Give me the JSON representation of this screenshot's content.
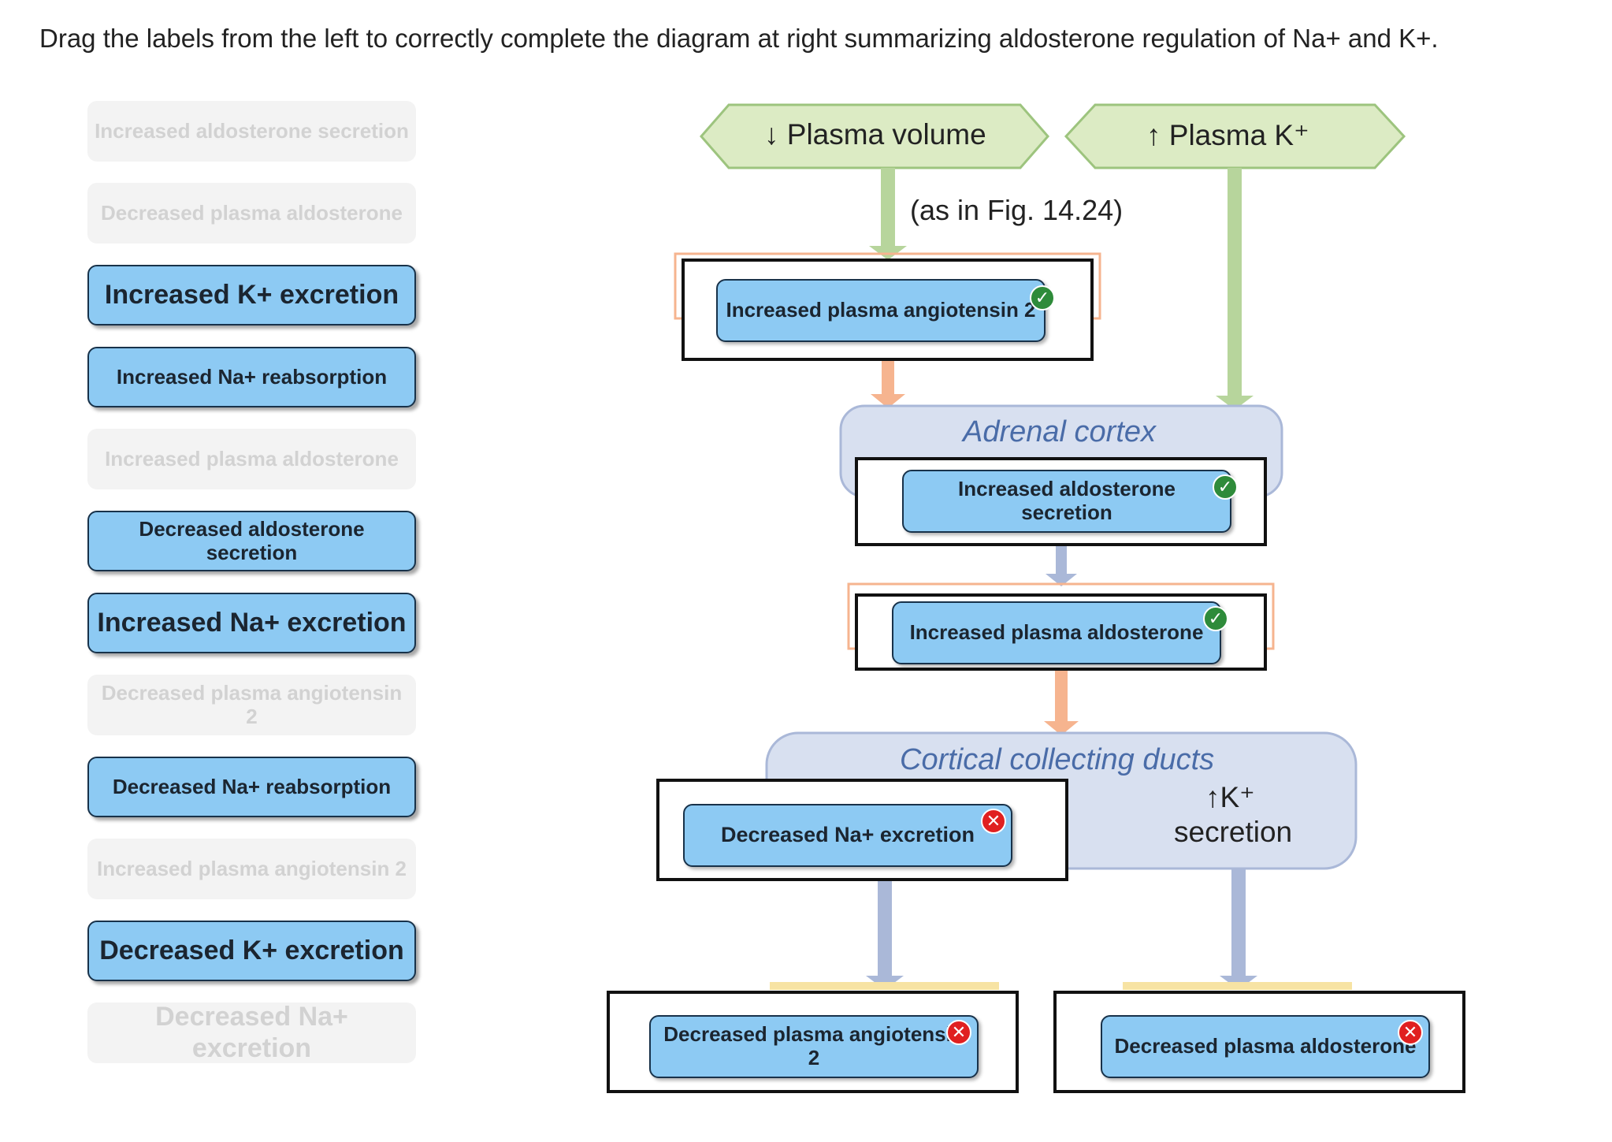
{
  "instruction": "Drag the labels from the left to correctly complete the diagram at right summarizing aldosterone regulation of Na+ and K+.",
  "label_bank": [
    {
      "text": "Increased aldosterone secretion",
      "used": true
    },
    {
      "text": "Decreased plasma aldosterone",
      "used": true
    },
    {
      "text": "Increased K+ excretion",
      "used": false
    },
    {
      "text": "Increased Na+ reabsorption",
      "used": false
    },
    {
      "text": "Increased plasma aldosterone",
      "used": true
    },
    {
      "text": "Decreased aldosterone secretion",
      "used": false
    },
    {
      "text": "Increased Na+ excretion",
      "used": false
    },
    {
      "text": "Decreased plasma angiotensin 2",
      "used": true
    },
    {
      "text": "Decreased Na+ reabsorption",
      "used": false
    },
    {
      "text": "Increased plasma angiotensin 2",
      "used": true
    },
    {
      "text": "Decreased K+ excretion",
      "used": false
    },
    {
      "text": "Decreased Na+ excretion",
      "used": true
    }
  ],
  "diagram": {
    "plasma_volume": "↓ Plasma volume",
    "plasma_k": "↑ Plasma K⁺",
    "fig_ref": "(as in Fig. 14.24)",
    "adrenal_cortex": "Adrenal cortex",
    "collecting_ducts": "Cortical collecting ducts",
    "k_secretion_line1": "↑K⁺",
    "k_secretion_line2": "secretion",
    "colors": {
      "green_fill": "#dcebc4",
      "green_stroke": "#9dc47e",
      "orange": "#f6b48f",
      "blue_stroke": "#aab8d8",
      "organ_fill": "#d8e0f0",
      "label_fill": "#8dcaf3",
      "correct": "#2e8b3a",
      "incorrect": "#e02020"
    }
  },
  "placed_labels": {
    "zone1": {
      "text": "Increased plasma angiotensin 2",
      "status": "correct"
    },
    "zone2": {
      "text": "Increased aldosterone secretion",
      "status": "correct"
    },
    "zone3": {
      "text": "Increased plasma aldosterone",
      "status": "correct"
    },
    "zone4": {
      "text": "Decreased Na+ excretion",
      "status": "incorrect"
    },
    "zone5": {
      "text": "Decreased plasma angiotensin 2",
      "status": "incorrect"
    },
    "zone6": {
      "text": "Decreased plasma aldosterone",
      "status": "incorrect"
    }
  }
}
